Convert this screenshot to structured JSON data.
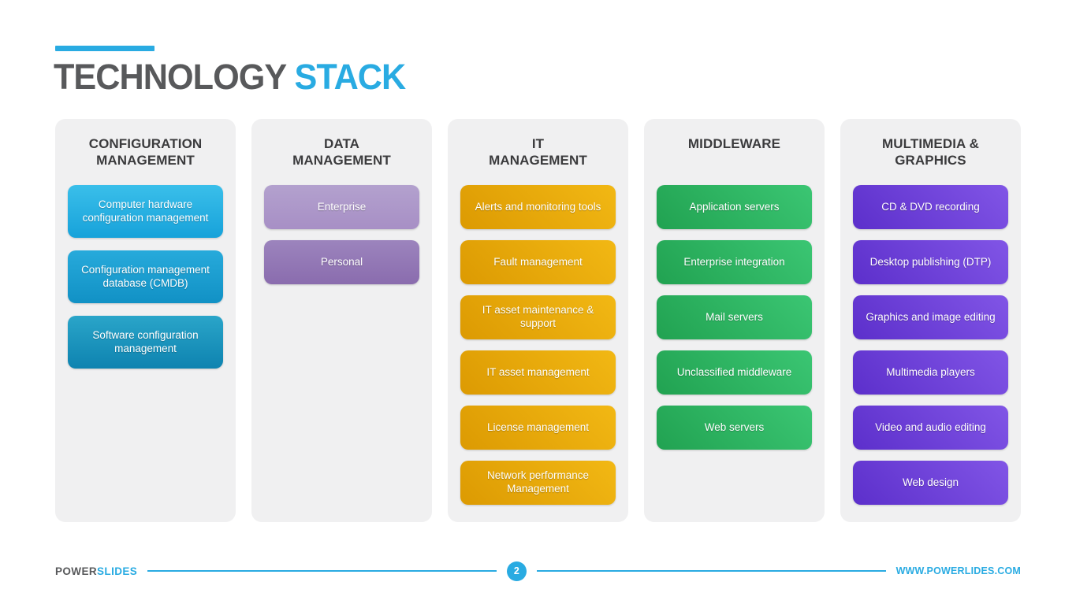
{
  "title": {
    "primary": "TECHNOLOGY",
    "accent": "STACK"
  },
  "colors": {
    "accent": "#29ABE2",
    "title_text": "#58595B",
    "header_text": "#3B3B3D",
    "panel_bg": "#F0F0F1",
    "chip_text": "#FFFFFF"
  },
  "columns": [
    {
      "header": "CONFIGURATION\nMANAGEMENT",
      "items": [
        {
          "label": "Computer hardware configuration management",
          "gradient": {
            "angle": "180deg",
            "from": "#3ABFEA",
            "to": "#17A2DA"
          }
        },
        {
          "label": "Configuration management database (CMDB)",
          "gradient": {
            "angle": "180deg",
            "from": "#27AADB",
            "to": "#1191C5"
          }
        },
        {
          "label": "Software configuration management",
          "gradient": {
            "angle": "180deg",
            "from": "#2AA5C9",
            "to": "#0E83B0"
          }
        }
      ]
    },
    {
      "header": "DATA\nMANAGEMENT",
      "items": [
        {
          "label": "Enterprise",
          "gradient": {
            "angle": "180deg",
            "from": "#B3A1CE",
            "to": "#A78FC5"
          }
        },
        {
          "label": "Personal",
          "gradient": {
            "angle": "180deg",
            "from": "#9C84BD",
            "to": "#8A6CAE"
          }
        }
      ]
    },
    {
      "header": "IT\nMANAGEMENT",
      "items": [
        {
          "label": "Alerts and monitoring tools",
          "gradient": {
            "angle": "45deg",
            "from": "#DC9A02",
            "to": "#F2B814"
          }
        },
        {
          "label": "Fault management",
          "gradient": {
            "angle": "45deg",
            "from": "#DC9A02",
            "to": "#F2B814"
          }
        },
        {
          "label": "IT asset maintenance & support",
          "gradient": {
            "angle": "45deg",
            "from": "#DC9A02",
            "to": "#F2B814"
          }
        },
        {
          "label": "IT asset management",
          "gradient": {
            "angle": "45deg",
            "from": "#DC9A02",
            "to": "#F2B814"
          }
        },
        {
          "label": "License management",
          "gradient": {
            "angle": "45deg",
            "from": "#DC9A02",
            "to": "#F2B814"
          }
        },
        {
          "label": "Network performance Management",
          "gradient": {
            "angle": "45deg",
            "from": "#DC9A02",
            "to": "#F2B814"
          }
        }
      ]
    },
    {
      "header": "MIDDLEWARE",
      "items": [
        {
          "label": "Application servers",
          "gradient": {
            "angle": "45deg",
            "from": "#21A251",
            "to": "#3BC673"
          }
        },
        {
          "label": "Enterprise integration",
          "gradient": {
            "angle": "45deg",
            "from": "#21A251",
            "to": "#3BC673"
          }
        },
        {
          "label": "Mail servers",
          "gradient": {
            "angle": "45deg",
            "from": "#21A251",
            "to": "#3BC673"
          }
        },
        {
          "label": "Unclassified middleware",
          "gradient": {
            "angle": "45deg",
            "from": "#21A251",
            "to": "#3BC673"
          }
        },
        {
          "label": "Web servers",
          "gradient": {
            "angle": "45deg",
            "from": "#21A251",
            "to": "#3BC673"
          }
        }
      ]
    },
    {
      "header": "MULTIMEDIA &\nGRAPHICS",
      "items": [
        {
          "label": "CD & DVD recording",
          "gradient": {
            "angle": "45deg",
            "from": "#5C2FCB",
            "to": "#8155E6"
          }
        },
        {
          "label": "Desktop publishing (DTP)",
          "gradient": {
            "angle": "45deg",
            "from": "#5C2FCB",
            "to": "#8155E6"
          }
        },
        {
          "label": "Graphics and image editing",
          "gradient": {
            "angle": "45deg",
            "from": "#5C2FCB",
            "to": "#8155E6"
          }
        },
        {
          "label": "Multimedia players",
          "gradient": {
            "angle": "45deg",
            "from": "#5C2FCB",
            "to": "#8155E6"
          }
        },
        {
          "label": "Video and audio editing",
          "gradient": {
            "angle": "45deg",
            "from": "#5C2FCB",
            "to": "#8155E6"
          }
        },
        {
          "label": "Web design",
          "gradient": {
            "angle": "45deg",
            "from": "#5C2FCB",
            "to": "#8155E6"
          }
        }
      ]
    }
  ],
  "footer": {
    "brand_primary": "POWER",
    "brand_accent": "SLIDES",
    "page_number": "2",
    "url": "WWW.POWERLIDES.COM"
  }
}
